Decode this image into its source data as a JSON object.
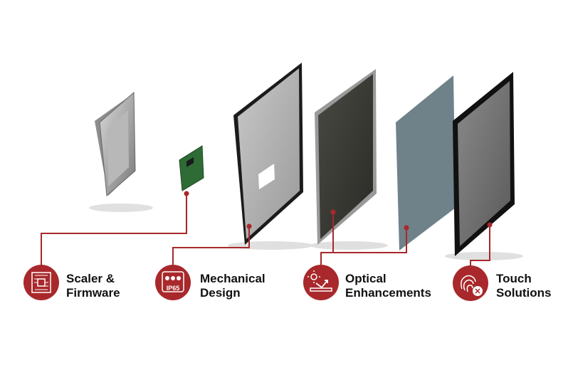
{
  "accent_color": "#a8282b",
  "features": [
    {
      "line1": "Scaler &",
      "line2": "Firmware",
      "icon": "circuit-chip-icon"
    },
    {
      "line1": "Mechanical",
      "line2": "Design",
      "icon": "ip65-water-drops-icon",
      "badge": "IP65"
    },
    {
      "line1": "Optical",
      "line2": "Enhancements",
      "icon": "sun-reflection-icon"
    },
    {
      "line1": "Touch",
      "line2": "Solutions",
      "icon": "fingerprint-icon"
    }
  ]
}
